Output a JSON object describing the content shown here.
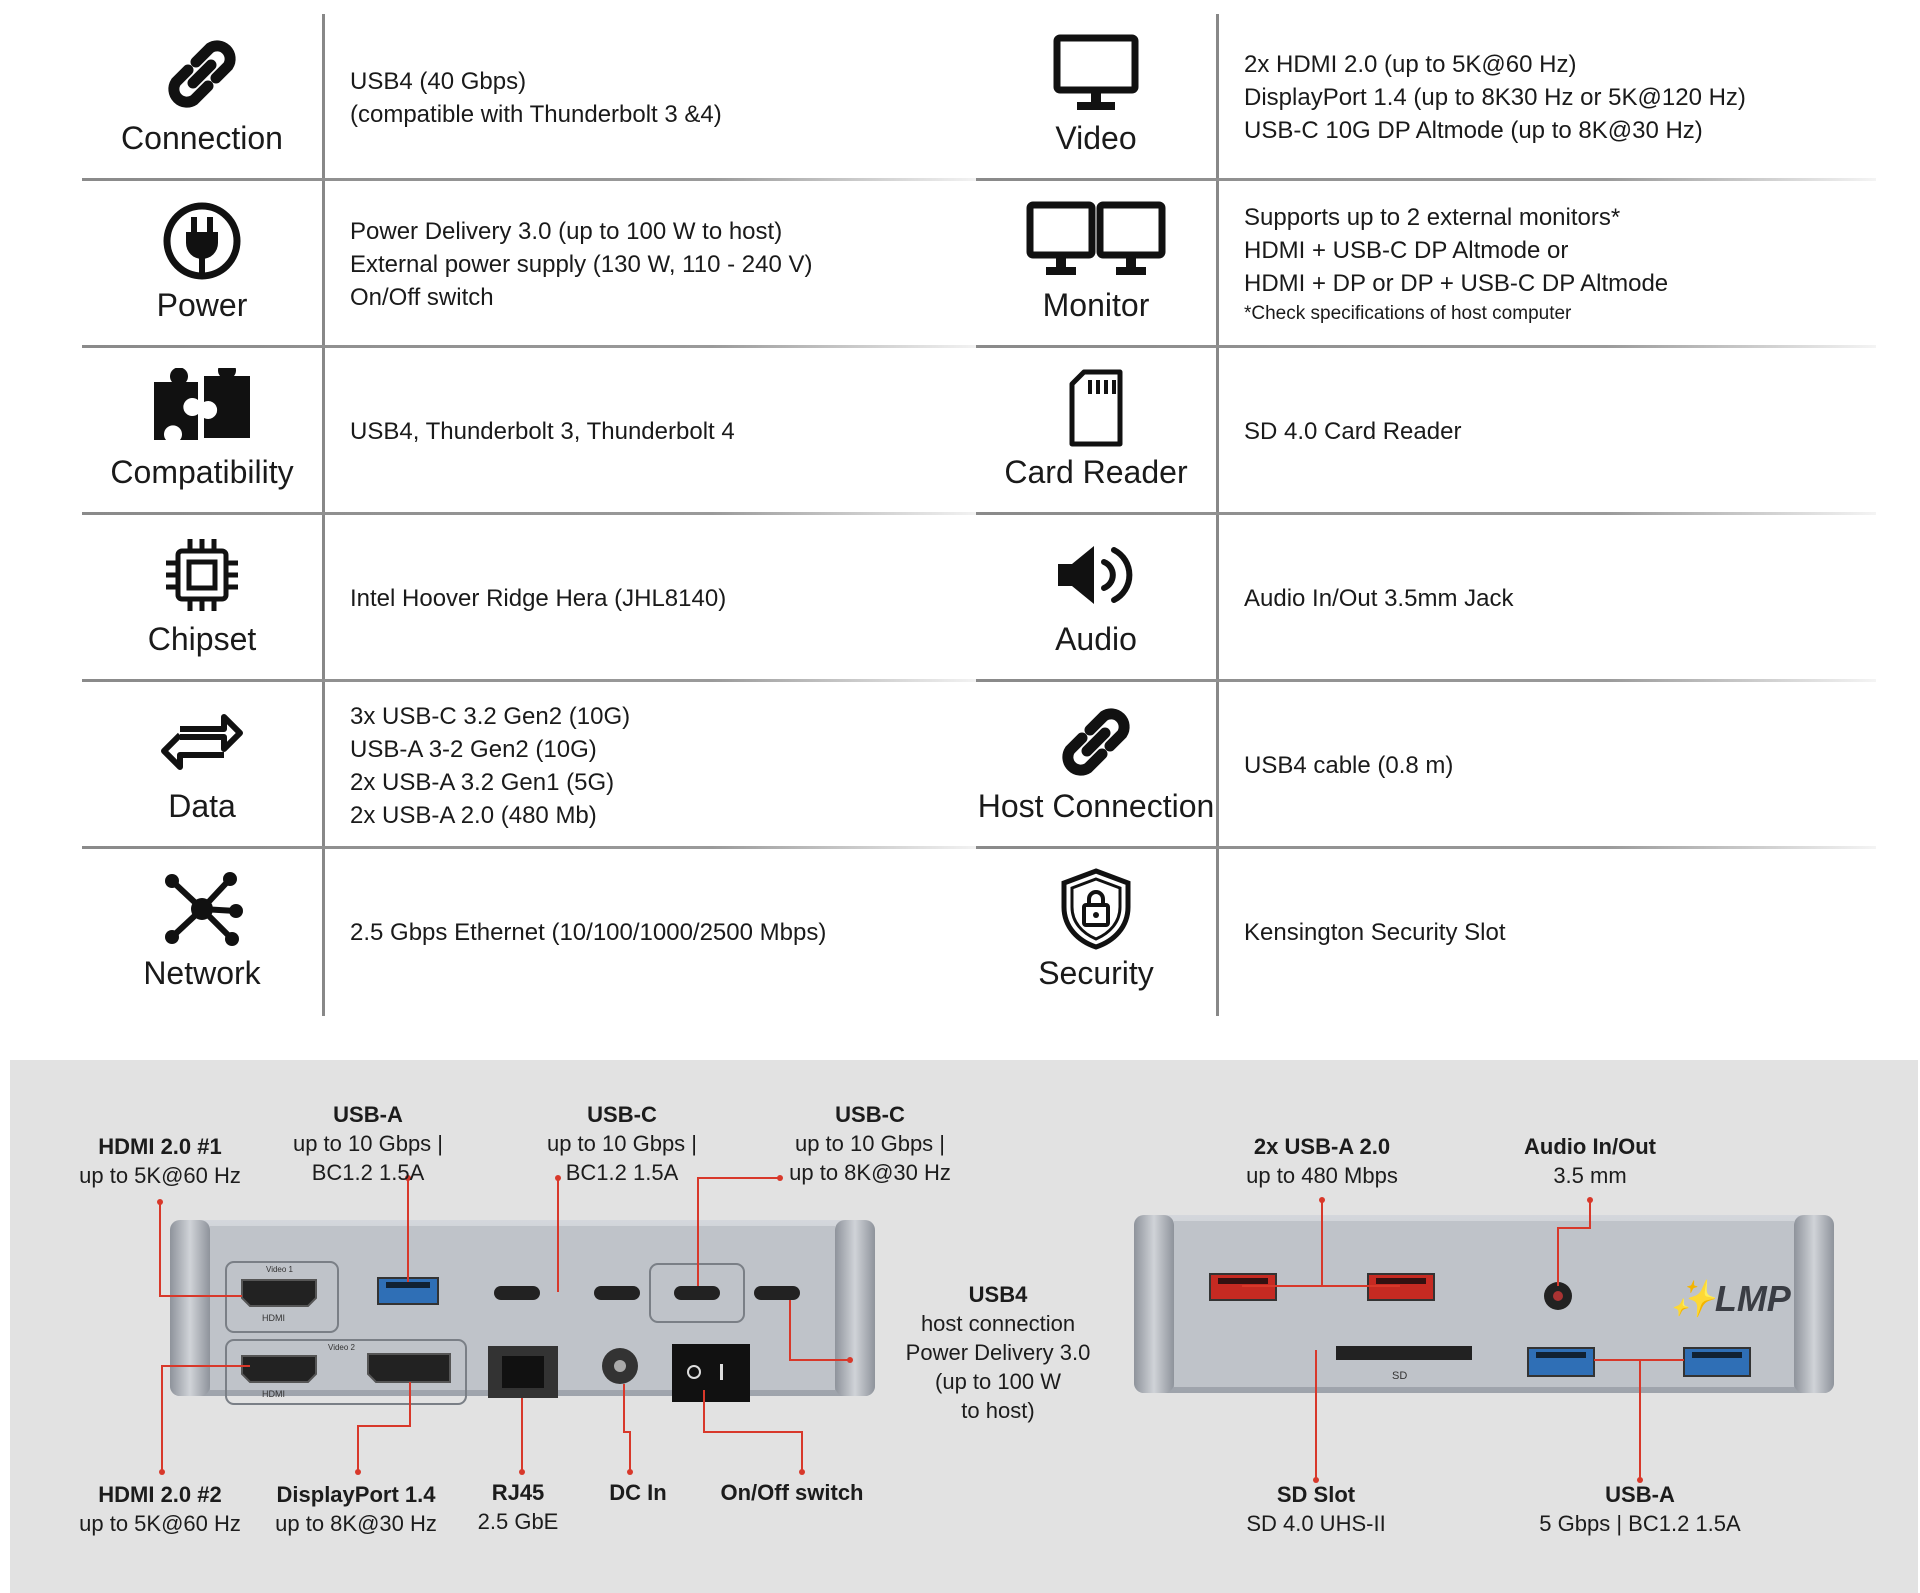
{
  "specs_left": [
    {
      "icon": "link-icon",
      "label": "Connection",
      "lines": [
        "USB4 (40 Gbps)",
        "(compatible with Thunderbolt 3 &4)"
      ]
    },
    {
      "icon": "power-plug-icon",
      "label": "Power",
      "lines": [
        "Power Delivery 3.0 (up to 100 W to host)",
        "External power supply (130 W, 110 - 240 V)",
        "On/Off switch"
      ]
    },
    {
      "icon": "puzzle-icon",
      "label": "Compatibility",
      "lines": [
        "USB4,  Thunderbolt 3, Thunderbolt 4"
      ]
    },
    {
      "icon": "chip-icon",
      "label": "Chipset",
      "lines": [
        "Intel Hoover Ridge Hera (JHL8140)"
      ]
    },
    {
      "icon": "arrows-exchange-icon",
      "label": "Data",
      "lines": [
        "3x USB-C 3.2 Gen2 (10G)",
        "USB-A 3-2 Gen2 (10G)",
        "2x USB-A 3.2 Gen1  (5G)",
        "2x USB-A 2.0 (480 Mb)"
      ]
    },
    {
      "icon": "network-icon",
      "label": "Network",
      "lines": [
        "2.5 Gbps Ethernet (10/100/1000/2500 Mbps)"
      ]
    }
  ],
  "specs_right": [
    {
      "icon": "monitor-icon",
      "label": "Video",
      "lines": [
        "2x HDMI 2.0 (up to 5K@60 Hz)",
        "DisplayPort 1.4 (up to 8K30 Hz or 5K@120 Hz)",
        "USB-C 10G DP Altmode (up to 8K@30 Hz)"
      ]
    },
    {
      "icon": "dual-monitor-icon",
      "label": "Monitor",
      "lines": [
        "Supports up to 2 external monitors*",
        "HDMI + USB-C DP Altmode or",
        "HDMI + DP or DP + USB-C DP Altmode"
      ],
      "note": "*Check specifications of host computer"
    },
    {
      "icon": "sd-card-icon",
      "label": "Card Reader",
      "lines": [
        "SD 4.0 Card Reader"
      ]
    },
    {
      "icon": "speaker-icon",
      "label": "Audio",
      "lines": [
        "Audio In/Out 3.5mm Jack"
      ]
    },
    {
      "icon": "link-icon",
      "label": "Host Connection",
      "lines": [
        "USB4 cable (0.8 m)"
      ]
    },
    {
      "icon": "shield-lock-icon",
      "label": "Security",
      "lines": [
        "Kensington Security Slot"
      ]
    }
  ],
  "rear_callouts": {
    "hdmi1": {
      "title": "HDMI 2.0 #1",
      "sub": [
        "up to 5K@60 Hz"
      ]
    },
    "usba": {
      "title": "USB-A",
      "sub": [
        "up to 10 Gbps |",
        "BC1.2 1.5A"
      ]
    },
    "usbc1": {
      "title": "USB-C",
      "sub": [
        "up to 10 Gbps |",
        "BC1.2 1.5A"
      ]
    },
    "usbc2": {
      "title": "USB-C",
      "sub": [
        "up to 10 Gbps |",
        "up to 8K@30 Hz"
      ]
    },
    "usb4": {
      "title": "USB4",
      "sub": [
        "host connection",
        "Power Delivery 3.0",
        "(up to 100 W",
        "to host)"
      ]
    },
    "hdmi2": {
      "title": "HDMI 2.0 #2",
      "sub": [
        "up to 5K@60 Hz"
      ]
    },
    "dp": {
      "title": "DisplayPort 1.4",
      "sub": [
        "up to 8K@30 Hz"
      ]
    },
    "rj45": {
      "title": "RJ45",
      "sub": [
        "2.5 GbE"
      ]
    },
    "dcin": {
      "title": "DC In",
      "sub": []
    },
    "switch": {
      "title": "On/Off switch",
      "sub": []
    }
  },
  "front_callouts": {
    "usba20": {
      "title": "2x USB-A 2.0",
      "sub": [
        "up to 480 Mbps"
      ]
    },
    "audio": {
      "title": "Audio In/Out",
      "sub": [
        "3.5 mm"
      ]
    },
    "sd": {
      "title": "SD Slot",
      "sub": [
        "SD 4.0 UHS-II"
      ]
    },
    "usba5": {
      "title": "USB-A",
      "sub": [
        "5 Gbps | BC1.2 1.5A"
      ]
    }
  },
  "brand": {
    "logo_text": "LMP"
  },
  "port_marks": {
    "hdmi": "HDMI",
    "video1": "Video 1",
    "video2": "Video 2",
    "sd": "SD"
  },
  "colors": {
    "callout_line": "#d8382a",
    "usb3_port": "#2f6fb6",
    "device_body": "#b9bdc4",
    "panel_bg": "#e2e2e2"
  }
}
